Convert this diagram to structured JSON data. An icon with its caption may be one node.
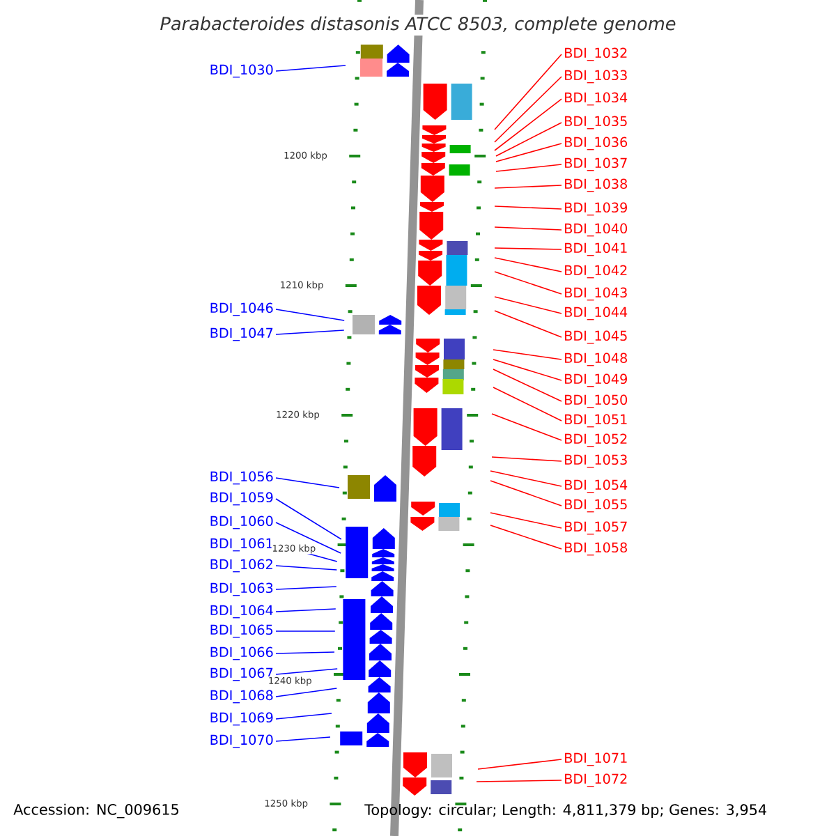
{
  "diagram": {
    "title": "Parabacteroides distasonis ATCC 8503, complete genome",
    "nodes": [
      {
        "text": [
          "BDI_1030"
        ]
      },
      {
        "text": [
          "BDI_1046"
        ]
      },
      {
        "text": [
          "BDI_1047"
        ]
      },
      {
        "text": [
          "BDI_1056"
        ]
      },
      {
        "text": [
          "BDI_1059"
        ]
      },
      {
        "text": [
          "BDI_1060"
        ]
      },
      {
        "text": [
          "BDI_1061"
        ]
      },
      {
        "text": [
          "BDI_1062"
        ]
      },
      {
        "text": [
          "BDI_1063"
        ]
      },
      {
        "text": [
          "BDI_1064"
        ]
      },
      {
        "text": [
          "BDI_1065"
        ]
      },
      {
        "text": [
          "BDI_1066"
        ]
      },
      {
        "text": [
          "BDI_1067"
        ]
      },
      {
        "text": [
          "BDI_1068"
        ]
      },
      {
        "text": [
          "BDI_1069"
        ]
      },
      {
        "text": [
          "BDI_1070"
        ]
      },
      {
        "text": [
          "BDI_1032"
        ]
      },
      {
        "text": [
          "BDI_1033"
        ]
      },
      {
        "text": [
          "BDI_1034"
        ]
      },
      {
        "text": [
          "BDI_1035"
        ]
      },
      {
        "text": [
          "BDI_1036"
        ]
      },
      {
        "text": [
          "BDI_1037"
        ]
      },
      {
        "text": [
          "BDI_1038"
        ]
      },
      {
        "text": [
          "BDI_1039"
        ]
      },
      {
        "text": [
          "BDI_1040"
        ]
      },
      {
        "text": [
          "BDI_1041"
        ]
      },
      {
        "text": [
          "BDI_1042"
        ]
      },
      {
        "text": [
          "BDI_1043"
        ]
      },
      {
        "text": [
          "BDI_1044"
        ]
      },
      {
        "text": [
          "BDI_1045"
        ]
      },
      {
        "text": [
          "BDI_1048"
        ]
      },
      {
        "text": [
          "BDI_1049"
        ]
      },
      {
        "text": [
          "BDI_1050"
        ]
      },
      {
        "text": [
          "BDI_1051"
        ]
      },
      {
        "text": [
          "BDI_1052"
        ]
      },
      {
        "text": [
          "BDI_1053"
        ]
      },
      {
        "text": [
          "BDI_1054"
        ]
      },
      {
        "text": [
          "BDI_1055"
        ]
      },
      {
        "text": [
          "BDI_1057"
        ]
      },
      {
        "text": [
          "BDI_1058"
        ]
      },
      {
        "text": [
          "BDI_1071"
        ]
      },
      {
        "text": [
          "BDI_1072"
        ]
      }
    ],
    "edges": [
      {
        "from": 0,
        "to": null,
        "arrow": "none",
        "color": "#0000ff"
      },
      {
        "from": 1,
        "to": null,
        "arrow": "none",
        "color": "#0000ff"
      },
      {
        "from": 2,
        "to": null,
        "arrow": "none",
        "color": "#0000ff"
      },
      {
        "from": 3,
        "to": null,
        "arrow": "none",
        "color": "#0000ff"
      },
      {
        "from": 4,
        "to": null,
        "arrow": "none",
        "color": "#0000ff"
      },
      {
        "from": 5,
        "to": null,
        "arrow": "none",
        "color": "#0000ff"
      },
      {
        "from": 6,
        "to": null,
        "arrow": "none",
        "color": "#0000ff"
      },
      {
        "from": 7,
        "to": null,
        "arrow": "none",
        "color": "#0000ff"
      },
      {
        "from": 8,
        "to": null,
        "arrow": "none",
        "color": "#0000ff"
      },
      {
        "from": 9,
        "to": null,
        "arrow": "none",
        "color": "#0000ff"
      },
      {
        "from": 10,
        "to": null,
        "arrow": "none",
        "color": "#0000ff"
      },
      {
        "from": 11,
        "to": null,
        "arrow": "none",
        "color": "#0000ff"
      },
      {
        "from": 12,
        "to": null,
        "arrow": "none",
        "color": "#0000ff"
      },
      {
        "from": 13,
        "to": null,
        "arrow": "none",
        "color": "#0000ff"
      },
      {
        "from": 14,
        "to": null,
        "arrow": "none",
        "color": "#0000ff"
      },
      {
        "from": 15,
        "to": null,
        "arrow": "none",
        "color": "#0000ff"
      },
      {
        "from": 16,
        "to": null,
        "arrow": "none"
      },
      {
        "from": 17,
        "to": null,
        "arrow": "none"
      },
      {
        "from": 18,
        "to": null,
        "arrow": "none"
      },
      {
        "from": 19,
        "to": null,
        "arrow": "none"
      },
      {
        "from": 20,
        "to": null,
        "arrow": "none"
      },
      {
        "from": 21,
        "to": null,
        "arrow": "none"
      },
      {
        "from": 22,
        "to": null,
        "arrow": "none"
      },
      {
        "from": 23,
        "to": null,
        "arrow": "none"
      },
      {
        "from": 24,
        "to": null,
        "arrow": "none"
      },
      {
        "from": 25,
        "to": null,
        "arrow": "none"
      },
      {
        "from": 26,
        "to": null,
        "arrow": "none"
      },
      {
        "from": 27,
        "to": null,
        "arrow": "none"
      },
      {
        "from": 28,
        "to": null,
        "arrow": "none"
      },
      {
        "from": 29,
        "to": null,
        "arrow": "none"
      },
      {
        "from": 30,
        "to": null,
        "arrow": "none"
      },
      {
        "from": 31,
        "to": null,
        "arrow": "none"
      },
      {
        "from": 32,
        "to": null,
        "arrow": "none"
      },
      {
        "from": 33,
        "to": null,
        "arrow": "none"
      },
      {
        "from": 34,
        "to": null,
        "arrow": "none"
      },
      {
        "from": 35,
        "to": null,
        "arrow": "none"
      },
      {
        "from": 36,
        "to": null,
        "arrow": "none"
      },
      {
        "from": 37,
        "to": null,
        "arrow": "none"
      },
      {
        "from": 38,
        "to": null,
        "arrow": "none"
      },
      {
        "from": 39,
        "to": null,
        "arrow": "none"
      },
      {
        "from": 40,
        "to": null,
        "arrow": "none"
      },
      {
        "from": 41,
        "to": null,
        "arrow": "none"
      }
    ],
    "labels": [
      "1200 kbp",
      "1210 kbp",
      "1220 kbp",
      "1230 kbp",
      "1240 kbp",
      "1250 kbp",
      "Accession: NC_009615",
      "Topology: circular; Length: 4,811,379 bp; Genes: 3,954"
    ]
  }
}
